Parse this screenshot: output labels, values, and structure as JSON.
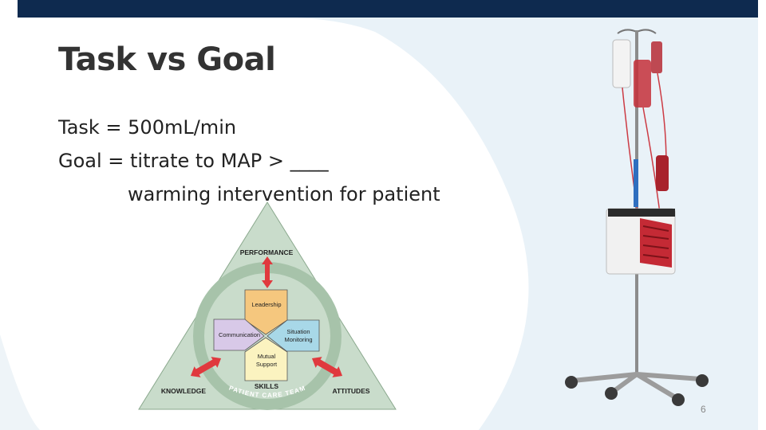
{
  "slide": {
    "title": "Task vs Goal",
    "bullets": [
      "Task = 500mL/min",
      "Goal = titrate to MAP > ____",
      "warming intervention for patient"
    ],
    "page_number": "6"
  },
  "diagram": {
    "top_label": "PERFORMANCE",
    "left_label": "KNOWLEDGE",
    "right_label": "ATTITUDES",
    "skills_label": "SKILLS",
    "ring_label": "PATIENT CARE TEAM",
    "boxes": {
      "leadership": "Leadership",
      "communication": "Communication",
      "situation_line1": "Situation",
      "situation_line2": "Monitoring",
      "mutual_line1": "Mutual",
      "mutual_line2": "Support"
    },
    "colors": {
      "triangle_fill": "#c9dccb",
      "ring": "#a7c3aa",
      "arrow": "#e0393e",
      "leadership": "#f5c77e",
      "communication": "#d8c9e8",
      "situation": "#a8d8e8",
      "mutual": "#fbf3c0"
    }
  },
  "theme": {
    "topbar": "#0e2a4f",
    "background_shape": "#e9f2f8"
  },
  "image": {
    "subject": "iv-pole-with-rapid-infuser"
  }
}
